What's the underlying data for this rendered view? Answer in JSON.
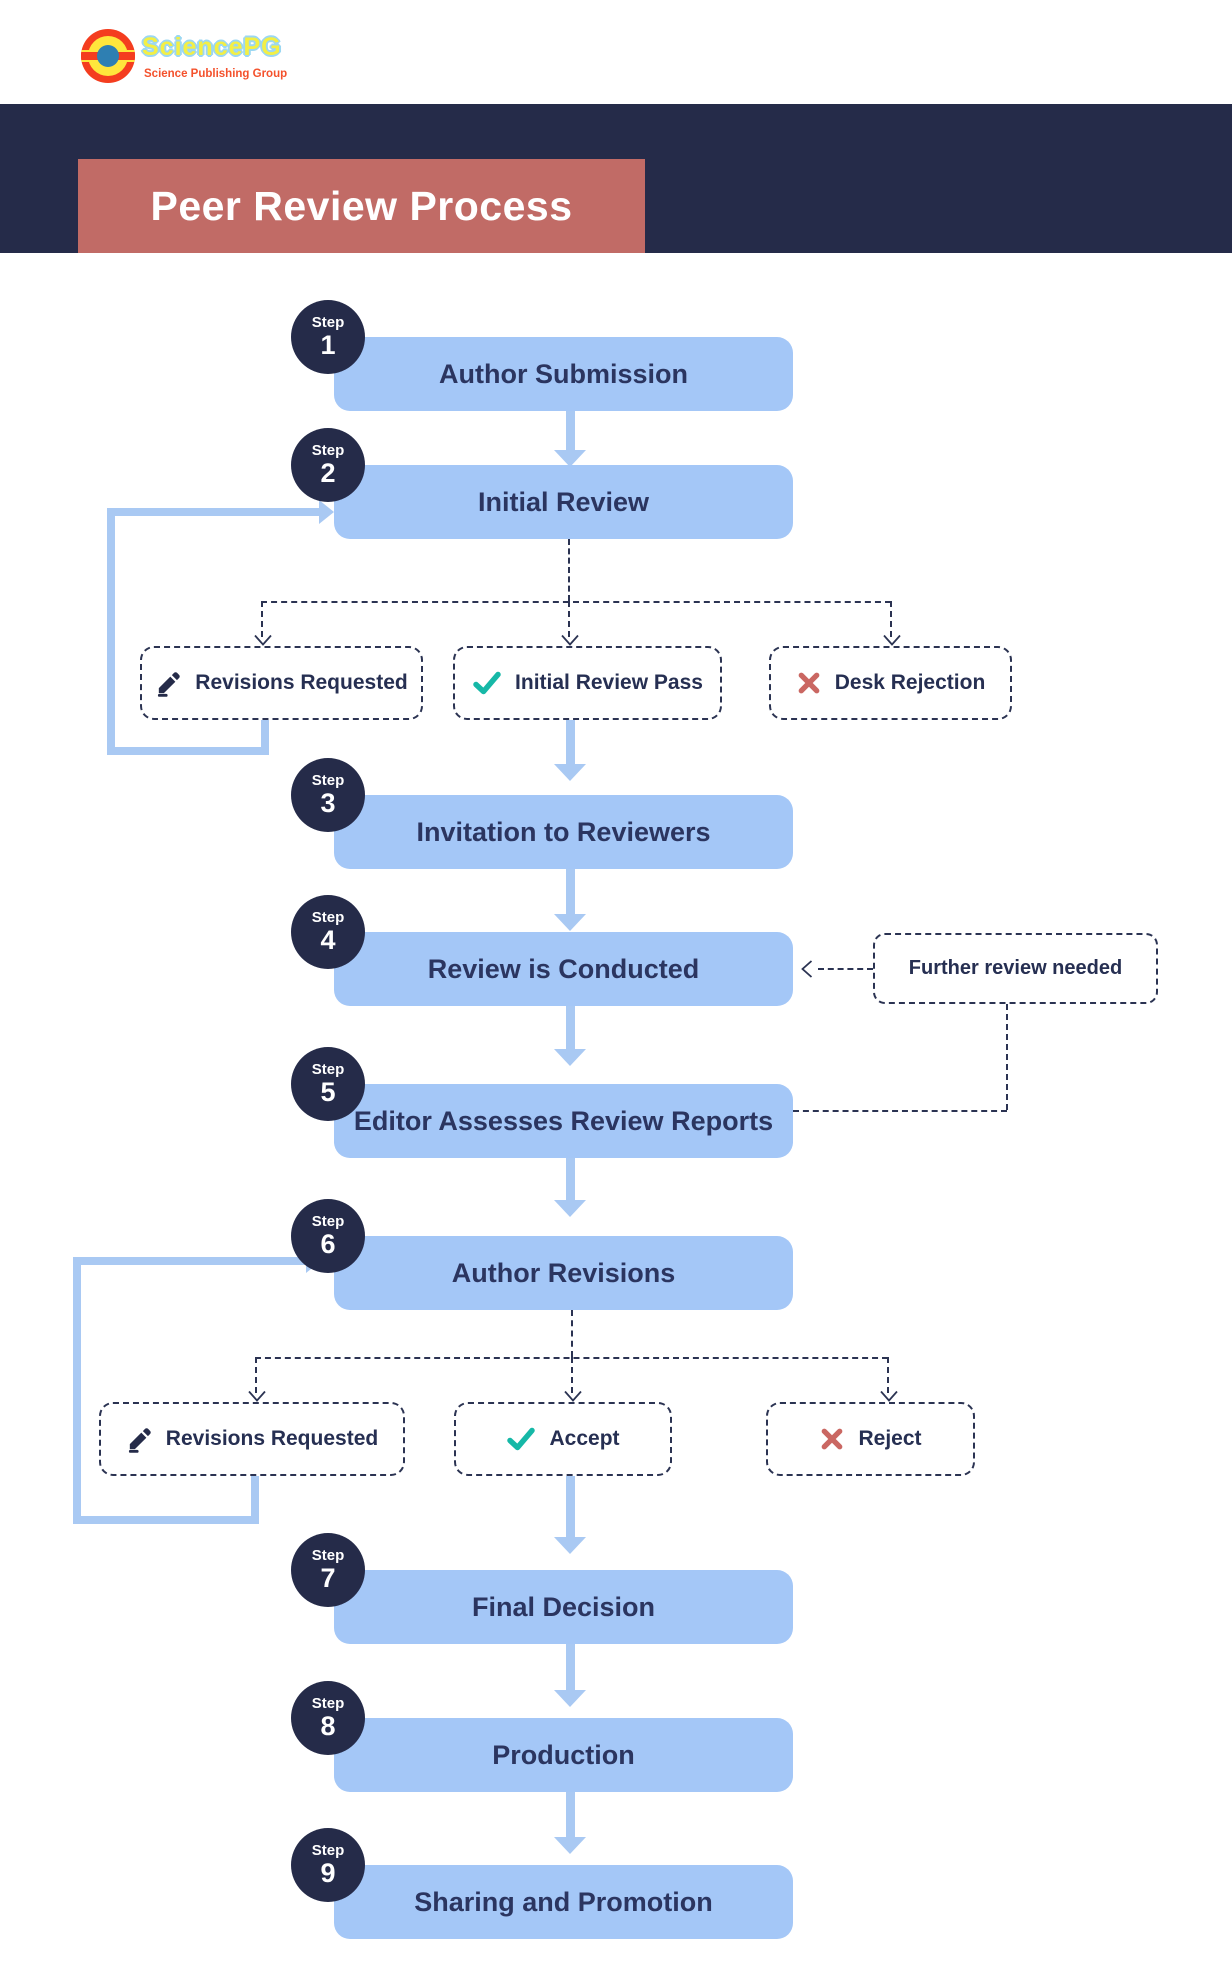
{
  "header": {
    "logo_name": "SciencePG",
    "logo_tagline": "Science Publishing Group"
  },
  "banner": {
    "title": "Peer Review Process"
  },
  "steps": [
    {
      "prefix": "Step",
      "number": "1",
      "label": "Author Submission"
    },
    {
      "prefix": "Step",
      "number": "2",
      "label": "Initial Review"
    },
    {
      "prefix": "Step",
      "number": "3",
      "label": "Invitation to Reviewers"
    },
    {
      "prefix": "Step",
      "number": "4",
      "label": "Review is Conducted"
    },
    {
      "prefix": "Step",
      "number": "5",
      "label": "Editor Assesses Review Reports"
    },
    {
      "prefix": "Step",
      "number": "6",
      "label": "Author Revisions"
    },
    {
      "prefix": "Step",
      "number": "7",
      "label": "Final Decision"
    },
    {
      "prefix": "Step",
      "number": "8",
      "label": "Production"
    },
    {
      "prefix": "Step",
      "number": "9",
      "label": "Sharing and Promotion"
    }
  ],
  "branches_after_initial_review": [
    {
      "icon": "pencil-icon",
      "label": "Revisions Requested"
    },
    {
      "icon": "check-icon",
      "label": "Initial Review Pass"
    },
    {
      "icon": "x-icon",
      "label": "Desk Rejection"
    }
  ],
  "branches_after_author_revisions": [
    {
      "icon": "pencil-icon",
      "label": "Revisions Requested"
    },
    {
      "icon": "check-icon",
      "label": "Accept"
    },
    {
      "icon": "x-icon",
      "label": "Reject"
    }
  ],
  "side_note": {
    "label": "Further review needed"
  },
  "colors": {
    "navy": "#252b49",
    "banner_salmon": "#c16b66",
    "step_box_blue": "#a4c7f7",
    "arrow_blue": "#a9c9f3",
    "accept_teal": "#16b8a7",
    "reject_red": "#ca6762",
    "logo_red": "#f43d1f",
    "logo_yellow": "#ffe63c",
    "logo_center_blue": "#2e7fb2"
  }
}
